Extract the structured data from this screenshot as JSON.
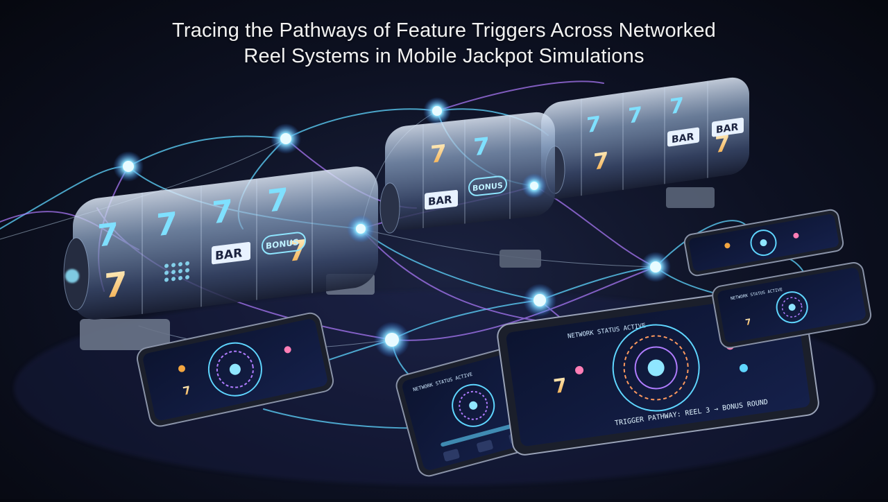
{
  "title": {
    "line1": "Tracing the Pathways of Feature Triggers Across Networked",
    "line2": "Reel Systems in Mobile Jackpot Simulations"
  },
  "reel_symbols": {
    "seven": "7",
    "bar": "BAR",
    "bonus": "BONUS"
  },
  "tablet": {
    "header": "NETWORK STATUS ACTIVE",
    "footer": "TRIGGER PATHWAY: REEL 3 → BONUS ROUND"
  },
  "phone_center": {
    "header": "NETWORK STATUS ACTIVE"
  },
  "phone_right_small": {
    "header": "NETWORK STATUS ACTIVE"
  },
  "colors": {
    "background": "#0d1122",
    "cyan_glow": "#5fd6ff",
    "purple_glow": "#b07cff",
    "reel_glass": "#a9c4e6",
    "seven_orange": "#f3a640"
  },
  "icons": [
    "network-node-icon",
    "slot-reel-icon",
    "smartphone-icon",
    "tablet-icon",
    "roulette-wheel-icon"
  ]
}
